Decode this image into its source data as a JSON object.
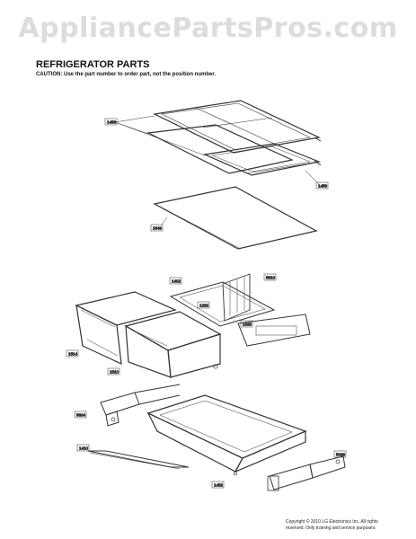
{
  "watermark": "AppliancePartsPros.com",
  "header": {
    "title": "REFRIGERATOR PARTS",
    "caution": "CAUTION: Use the part number to order part, not the position number."
  },
  "callouts": {
    "c1": "1458",
    "c2": "1458",
    "c3": "1549",
    "c4": "1402",
    "c5": "5610",
    "c6": "1262",
    "c7": "1328",
    "c8": "1514",
    "c9": "1510",
    "c10": "5634",
    "c11": "1410",
    "c12": "1452",
    "c13": "5036"
  },
  "footer": {
    "copyright_line1": "Copyright © 2010 LG Electronics Inc. All rights",
    "copyright_line2": "reserved. Only training and service purposes."
  }
}
